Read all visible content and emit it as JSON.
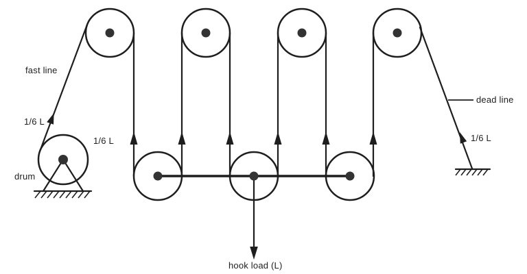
{
  "figure": {
    "labels": {
      "fast_line": "fast line",
      "fast_line_tension": "1/6 L",
      "drum": "drum",
      "line_tension": "1/6 L",
      "dead_line": "dead line",
      "dead_line_tension": "1/6 L",
      "hook_load": "hook load (L)"
    },
    "counts": {
      "crown_sheaves": 4,
      "traveling_sheaves": 3,
      "supporting_lines": 6
    },
    "colors": {
      "line": "#1e1e1e",
      "hub": "#333333",
      "text": "#1e1e1e",
      "background": "#ffffff"
    }
  }
}
